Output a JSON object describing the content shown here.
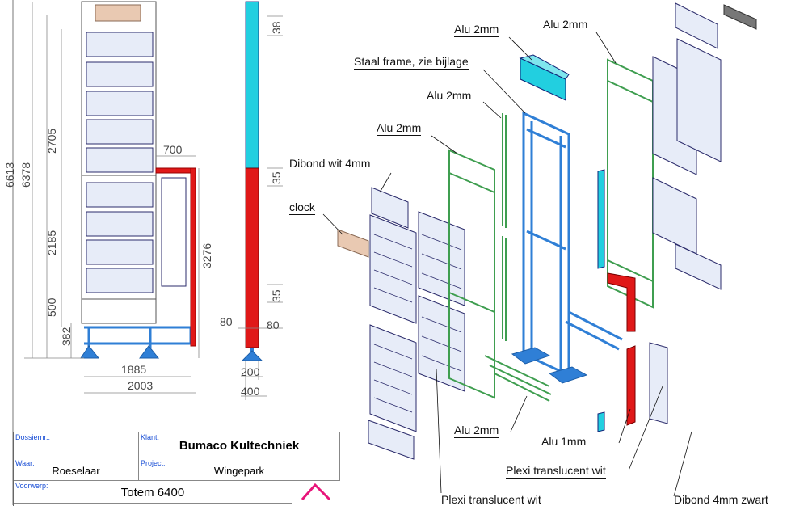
{
  "drawing": {
    "front_view": {
      "dimensions": {
        "total_height": "6613",
        "height_2": "6378",
        "upper": "2705",
        "middle": "2185",
        "lower": "500",
        "base": "382",
        "side_width": "700",
        "side_height": "3276",
        "inner_width": "1885",
        "total_width": "2003"
      }
    },
    "side_view": {
      "dimensions": {
        "top": "38",
        "mid": "35",
        "low": "35",
        "left_80": "80",
        "right_80": "80",
        "foot_200": "200",
        "foot_400": "400"
      }
    },
    "callouts": {
      "alu_2mm_a": "Alu 2mm",
      "alu_2mm_b": "Alu 2mm",
      "staal_frame": "Staal frame, zie bijlage",
      "alu_2mm_c": "Alu 2mm",
      "alu_2mm_d": "Alu 2mm",
      "dibond_wit": "Dibond wit 4mm",
      "clock": "clock",
      "alu_2mm_e": "Alu 2mm",
      "alu_1mm": "Alu 1mm",
      "plexi_a": "Plexi translucent wit",
      "plexi_b": "Plexi translucent wit",
      "dibond_zwart": "Dibond 4mm zwart"
    },
    "colors": {
      "frame_blue": "#2f7fd6",
      "cyan": "#22cfe0",
      "red": "#e01818",
      "green": "#5cc46c",
      "panel_fill": "#e7ecf8",
      "title_pink": "#e8157a"
    }
  },
  "title_block": {
    "dossier_label": "Dossiernr.:",
    "dossier_value": "",
    "klant_label": "Klant:",
    "klant_value": "Bumaco Kultechniek",
    "waar_label": "Waar:",
    "waar_value": "Roeselaar",
    "project_label": "Project:",
    "project_value": "Wingepark",
    "voorwerp_label": "Voorwerp:",
    "voorwerp_value": "Totem 6400"
  }
}
